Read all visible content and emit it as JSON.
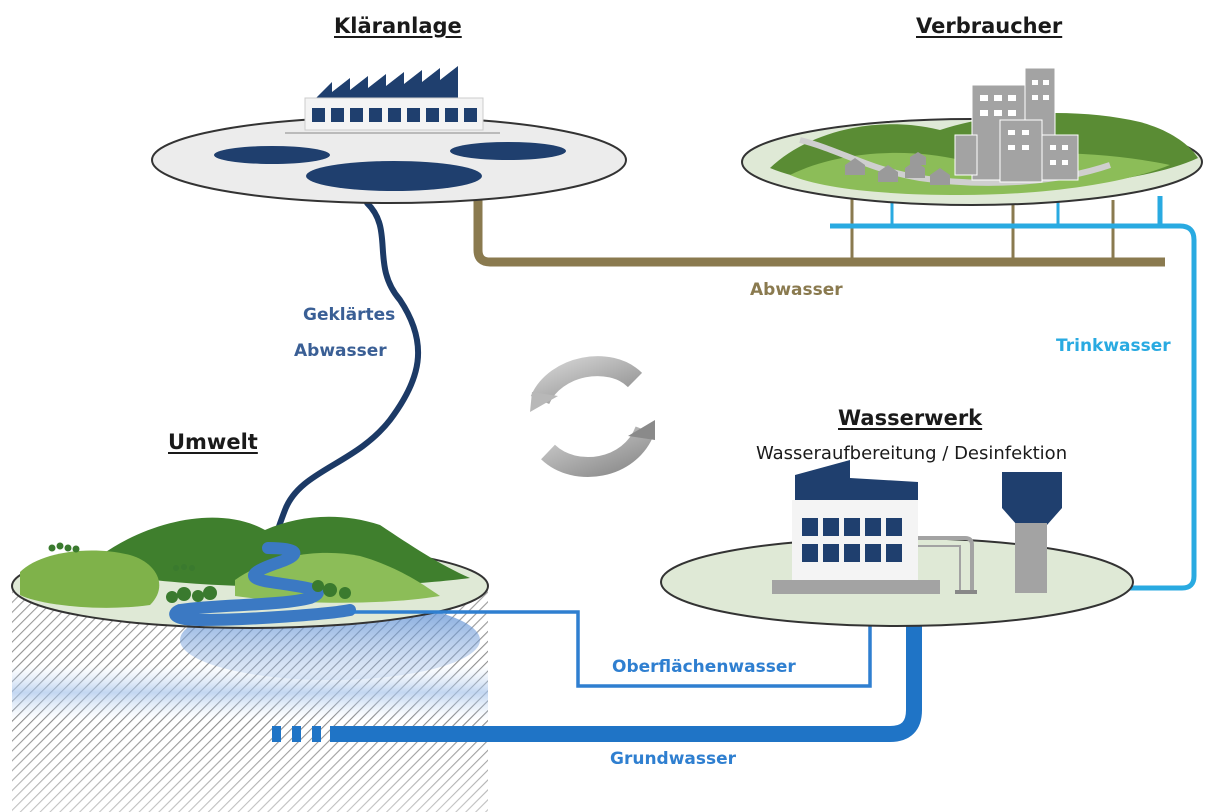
{
  "stations": {
    "klaeranlage": "Kläranlage",
    "verbraucher": "Verbraucher",
    "umwelt": "Umwelt",
    "wasserwerk": "Wasserwerk",
    "wasserwerk_sub": "Wasseraufbereitung / Desinfektion"
  },
  "flows": {
    "abwasser": "Abwasser",
    "trinkwasser": "Trinkwasser",
    "geklaertes_line1": "Geklärtes",
    "geklaertes_line2": "Abwasser",
    "oberflaechenwasser": "Oberflächenwasser",
    "grundwasser": "Grundwasser"
  },
  "colors": {
    "abwasser": "#8a7a4f",
    "trinkwasser": "#29aae1",
    "geklaertes": "#1c3a66",
    "surface_water": "#2f7fd0",
    "ground_water": "#1f74c6",
    "factory": "#1f3f6e"
  }
}
